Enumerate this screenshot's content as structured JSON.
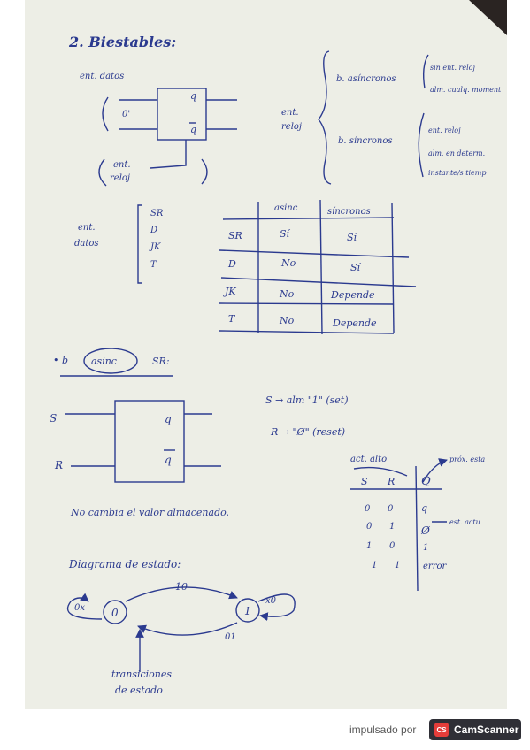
{
  "title": "2. Biestables:",
  "sec1": {
    "ent_datos": "ent. datos",
    "q": "q",
    "qbar": "q",
    "zero": "0'",
    "ent": "ent.",
    "reloj": "reloj",
    "ent_reloj_1": "ent.",
    "ent_reloj_2": "reloj",
    "b_asincronos": "b. asíncronos",
    "asinc_opt1": "sin ent. reloj",
    "asinc_opt2": "alm. cualq. moment",
    "b_sincronos": "b. síncronos",
    "sinc_opt1": "ent. reloj",
    "sinc_opt2": "alm. en determ.",
    "sinc_opt3": "instante/s tiemp"
  },
  "types": {
    "ent_label_1": "ent.",
    "ent_label_2": "datos",
    "items": [
      "SR",
      "D",
      "JK",
      "T"
    ]
  },
  "table": {
    "headers": [
      "asinc",
      "síncronos"
    ],
    "rows": [
      {
        "type": "SR",
        "asinc": "Sí",
        "sinc": "Sí"
      },
      {
        "type": "D",
        "asinc": "No",
        "sinc": "Sí"
      },
      {
        "type": "JK",
        "asinc": "No",
        "sinc": "Depende"
      },
      {
        "type": "T",
        "asinc": "No",
        "sinc": "Depende"
      }
    ]
  },
  "sec2": {
    "heading_pre": "• b",
    "heading_circled": "asinc",
    "heading_post": "SR:",
    "s_label": "S",
    "r_label": "R",
    "q": "q",
    "qbar": "q",
    "set_line": "S → alm \"1\" (set)",
    "reset_line": "R → \"Ø\" (reset)",
    "no_cambia": "No cambia el valor almacenado.",
    "act_alto": "act. alto",
    "prox_estado": "próx. esta",
    "est_actual": "est. actu",
    "truth_headers": [
      "S",
      "R",
      "Q"
    ],
    "truth_rows": [
      [
        "0",
        "0",
        "q"
      ],
      [
        "0",
        "1",
        "Ø"
      ],
      [
        "1",
        "0",
        "1"
      ],
      [
        "1",
        "1",
        "error"
      ]
    ]
  },
  "diagram": {
    "title": "Diagrama de estado:",
    "state0": "0",
    "state1": "1",
    "edge_top": "10",
    "edge_bottom": "01",
    "self0": "0x",
    "self1": "x0",
    "trans_1": "transiciones",
    "trans_2": "de estado"
  },
  "footer": {
    "impulsado": "impulsado por",
    "brand": "CamScanner",
    "logo": "CS"
  }
}
